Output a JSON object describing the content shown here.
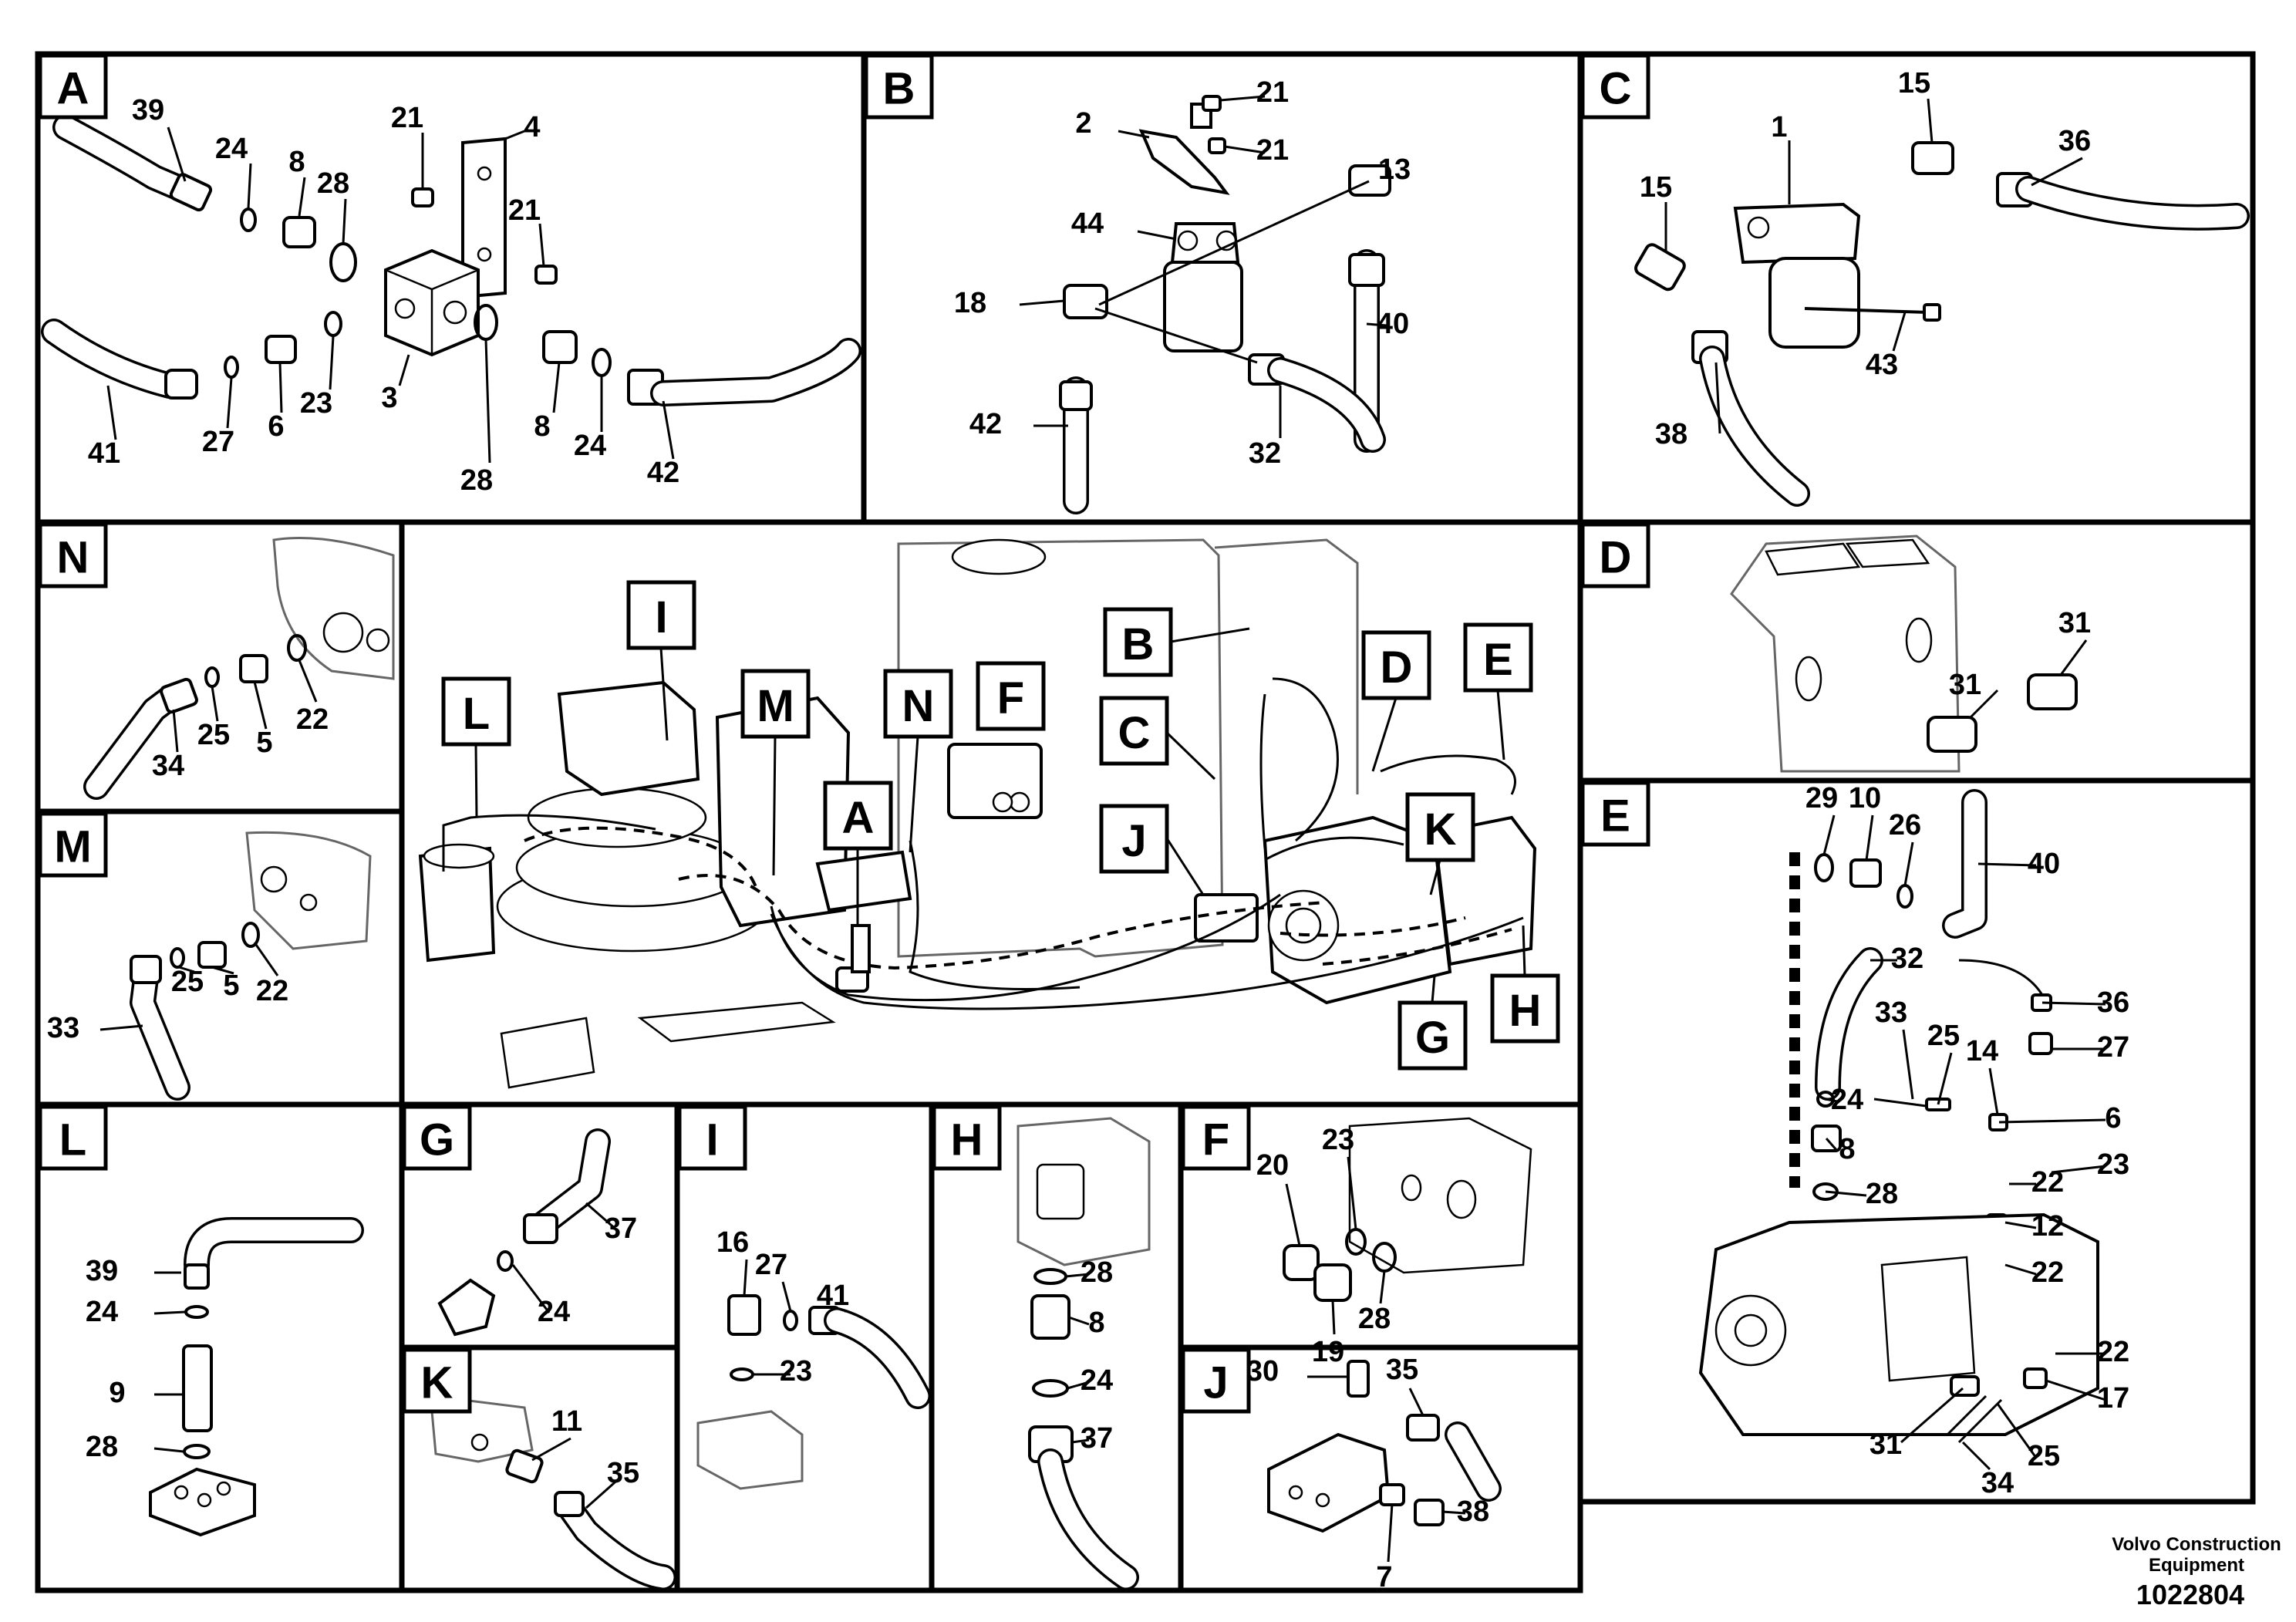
{
  "footer": {
    "company_line1": "Volvo Construction",
    "company_line2": "Equipment",
    "drawing_number": "1022804"
  },
  "panels": {
    "A": {
      "tag": "A",
      "callouts": [
        "39",
        "24",
        "8",
        "28",
        "21",
        "4",
        "21",
        "3",
        "23",
        "6",
        "27",
        "41",
        "28",
        "8",
        "24",
        "42"
      ]
    },
    "B": {
      "tag": "B",
      "callouts": [
        "21",
        "21",
        "2",
        "13",
        "44",
        "18",
        "40",
        "42",
        "32"
      ]
    },
    "C": {
      "tag": "C",
      "callouts": [
        "15",
        "1",
        "36",
        "15",
        "43",
        "38"
      ]
    },
    "N": {
      "tag": "N",
      "callouts": [
        "34",
        "25",
        "5",
        "22"
      ]
    },
    "M": {
      "tag": "M",
      "callouts": [
        "33",
        "25",
        "5",
        "22"
      ]
    },
    "main": {
      "tags": [
        "I",
        "L",
        "M",
        "N",
        "F",
        "A",
        "B",
        "C",
        "D",
        "E",
        "J",
        "K",
        "G",
        "H"
      ]
    },
    "D": {
      "tag": "D",
      "callouts": [
        "31",
        "31"
      ]
    },
    "E": {
      "tag": "E",
      "callouts": [
        "29",
        "10",
        "26",
        "40",
        "32",
        "36",
        "33",
        "25",
        "14",
        "27",
        "24",
        "6",
        "23",
        "8",
        "28",
        "22",
        "12",
        "22",
        "22",
        "17",
        "31",
        "25",
        "34"
      ]
    },
    "L": {
      "tag": "L",
      "callouts": [
        "39",
        "24",
        "9",
        "28"
      ]
    },
    "G": {
      "tag": "G",
      "callouts": [
        "37",
        "24"
      ]
    },
    "I": {
      "tag": "I",
      "callouts": [
        "16",
        "27",
        "41",
        "23"
      ]
    },
    "H": {
      "tag": "H",
      "callouts": [
        "28",
        "8",
        "24",
        "37"
      ]
    },
    "F": {
      "tag": "F",
      "callouts": [
        "20",
        "23",
        "28",
        "19"
      ]
    },
    "K": {
      "tag": "K",
      "callouts": [
        "11",
        "35"
      ]
    },
    "J": {
      "tag": "J",
      "callouts": [
        "30",
        "35",
        "38",
        "7"
      ]
    }
  }
}
